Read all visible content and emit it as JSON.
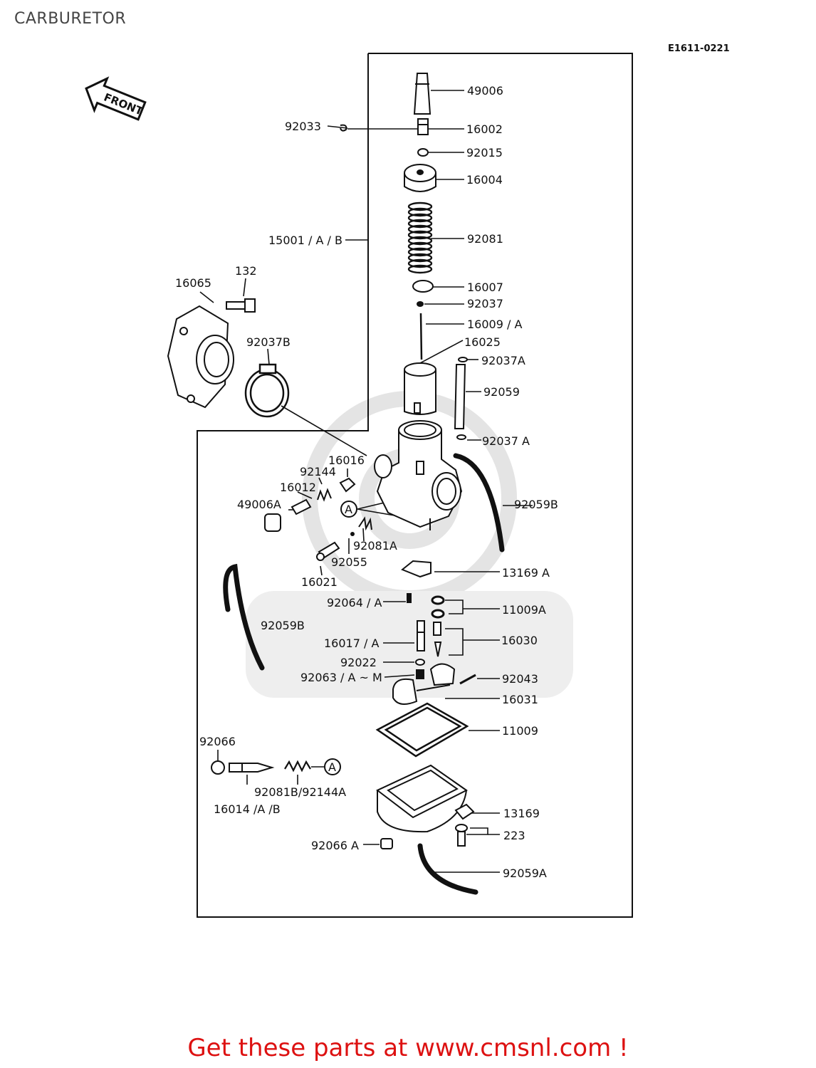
{
  "page": {
    "title": "CARBURETOR",
    "diagram_code": "E1611-0221",
    "front_label": "FRONT"
  },
  "callout": {
    "a_marker": "A"
  },
  "part_labels": {
    "p49006": "49006",
    "p92033": "92033",
    "p16002": "16002",
    "p92015": "92015",
    "p16004": "16004",
    "p15001": "15001 / A / B",
    "p92081": "92081",
    "p132": "132",
    "p16065": "16065",
    "p16007": "16007",
    "p92037": "92037",
    "p16009": "16009 / A",
    "p16025": "16025",
    "p92037B": "92037B",
    "p92037A_1": "92037A",
    "p92059": "92059",
    "p92037A_2": "92037 A",
    "p16016": "16016",
    "p92144": "92144",
    "p16012": "16012",
    "p49006A": "49006A",
    "p92059B_1": "92059B",
    "p92081A": "92081A",
    "p92055": "92055",
    "p16021": "16021",
    "p13169A": "13169 A",
    "p92064": "92064 / A",
    "p11009A": "11009A",
    "p92059B_2": "92059B",
    "p16017": "16017 / A",
    "p16030": "16030",
    "p92022": "92022",
    "p92063": "92063 / A ~ M",
    "p92043": "92043",
    "p16031": "16031",
    "p11009": "11009",
    "p92066": "92066",
    "p92081B": "92081B/92144A",
    "p16014": "16014 /A /B",
    "p13169": "13169",
    "p223": "223",
    "p92066A": "92066 A",
    "p92059A": "92059A"
  },
  "footer": {
    "cta": "Get these parts at www.cmsnl.com !"
  },
  "colors": {
    "line": "#111111",
    "cta": "#dd1111",
    "watermark": "#e4e4e4"
  }
}
